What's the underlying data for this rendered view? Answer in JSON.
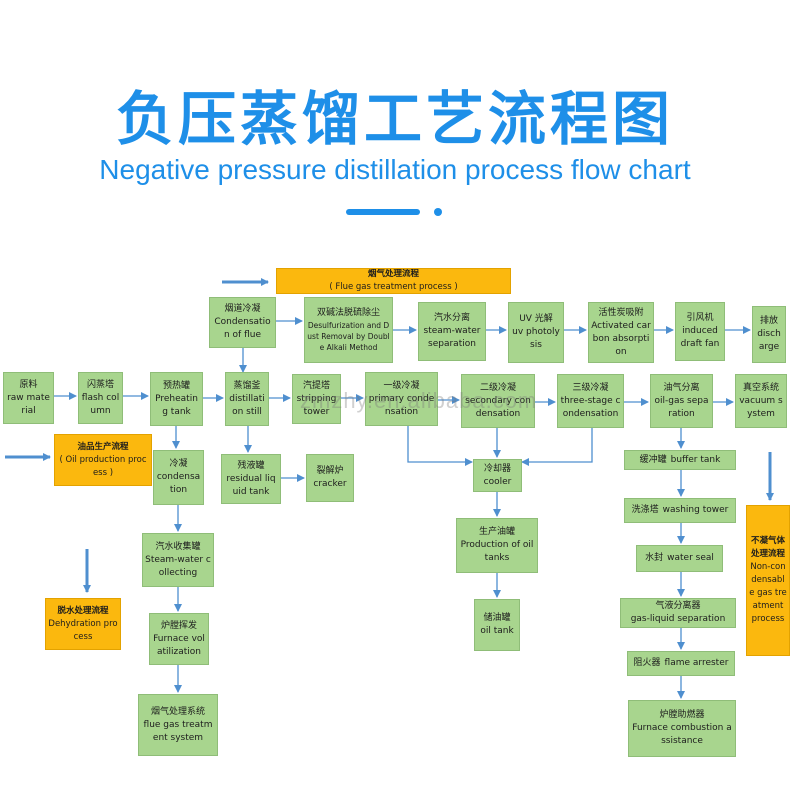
{
  "page": {
    "title_zh": "负压蒸馏工艺流程图",
    "title_en": "Negative pressure distillation process flow chart",
    "watermark": "zmzhy.en.alibaba.com"
  },
  "colors": {
    "accent": "#1e8fe8",
    "green": "#a8d58e",
    "yellow": "#fbb80e",
    "arrow": "#4f8fcf"
  },
  "boxes": {
    "flue_gas_header": {
      "zh": "烟气处理流程",
      "en": "( Flue gas treatment process )"
    },
    "flue_condensation": {
      "zh": "烟道冷凝",
      "en": "Condensation of flue"
    },
    "desulfurization": {
      "zh": "双碱法脱硫除尘",
      "en": "Desulfurization and Dust Removal by Double Alkali Method"
    },
    "steam_water_sep": {
      "zh": "汽水分离",
      "en": "steam-water separation"
    },
    "uv_photolysis": {
      "zh": "UV 光解",
      "en": "uv photolysis"
    },
    "activated_carbon": {
      "zh": "活性炭吸附",
      "en": "Activated carbon absorption"
    },
    "induced_fan": {
      "zh": "引风机",
      "en": "induced draft fan"
    },
    "discharge": {
      "zh": "排放",
      "en": "discharge"
    },
    "raw_material": {
      "zh": "原料",
      "en": "raw material"
    },
    "flash_column": {
      "zh": "闪蒸塔",
      "en": "flash column"
    },
    "preheating_tank": {
      "zh": "预热罐",
      "en": "Preheating tank"
    },
    "distillation_still": {
      "zh": "蒸馏釜",
      "en": "distillation still"
    },
    "stripping_tower": {
      "zh": "汽提塔",
      "en": "stripping tower"
    },
    "primary_cond": {
      "zh": "一级冷凝",
      "en": "primary condensation"
    },
    "secondary_cond": {
      "zh": "二级冷凝",
      "en": "secondary condensation"
    },
    "three_stage_cond": {
      "zh": "三级冷凝",
      "en": "three-stage condensation"
    },
    "oil_gas_sep": {
      "zh": "油气分离",
      "en": "oil-gas separation"
    },
    "vacuum_system": {
      "zh": "真空系统",
      "en": "vacuum system"
    },
    "oil_production_header": {
      "zh": "油品生产流程",
      "en": "( Oil production process )"
    },
    "condensation": {
      "zh": "冷凝",
      "en": "condensation"
    },
    "residual_tank": {
      "zh": "残液罐",
      "en": "residual liquid tank"
    },
    "cracker": {
      "zh": "裂解炉",
      "en": "cracker"
    },
    "cooler": {
      "zh": "冷却器",
      "en": "cooler"
    },
    "buffer_tank": {
      "zh": "缓冲罐",
      "en": "buffer tank"
    },
    "steam_water_collecting": {
      "zh": "汽水收集罐",
      "en": "Steam-water collecting"
    },
    "washing_tower": {
      "zh": "洗涤塔",
      "en": "washing tower"
    },
    "non_cond_header": {
      "zh": "不凝气体处理流程",
      "en": "Non-condensable gas treatment process"
    },
    "oil_tanks": {
      "zh": "生产油罐",
      "en": "Production of oil tanks"
    },
    "water_seal": {
      "zh": "水封",
      "en": "water seal"
    },
    "dehydration_header": {
      "zh": "脱水处理流程",
      "en": "Dehydration process"
    },
    "furnace_volatilization": {
      "zh": "炉膛挥发",
      "en": "Furnace volatilization"
    },
    "oil_tank": {
      "zh": "储油罐",
      "en": "oil tank"
    },
    "gas_liquid_sep": {
      "zh": "气液分离器",
      "en": "gas-liquid separation"
    },
    "flame_arrester": {
      "zh": "阻火器",
      "en": "flame arrester"
    },
    "flue_gas_system": {
      "zh": "烟气处理系统",
      "en": "flue gas treatment system"
    },
    "furnace_combustion": {
      "zh": "炉膛助燃器",
      "en": "Furnace combustion assistance"
    }
  }
}
